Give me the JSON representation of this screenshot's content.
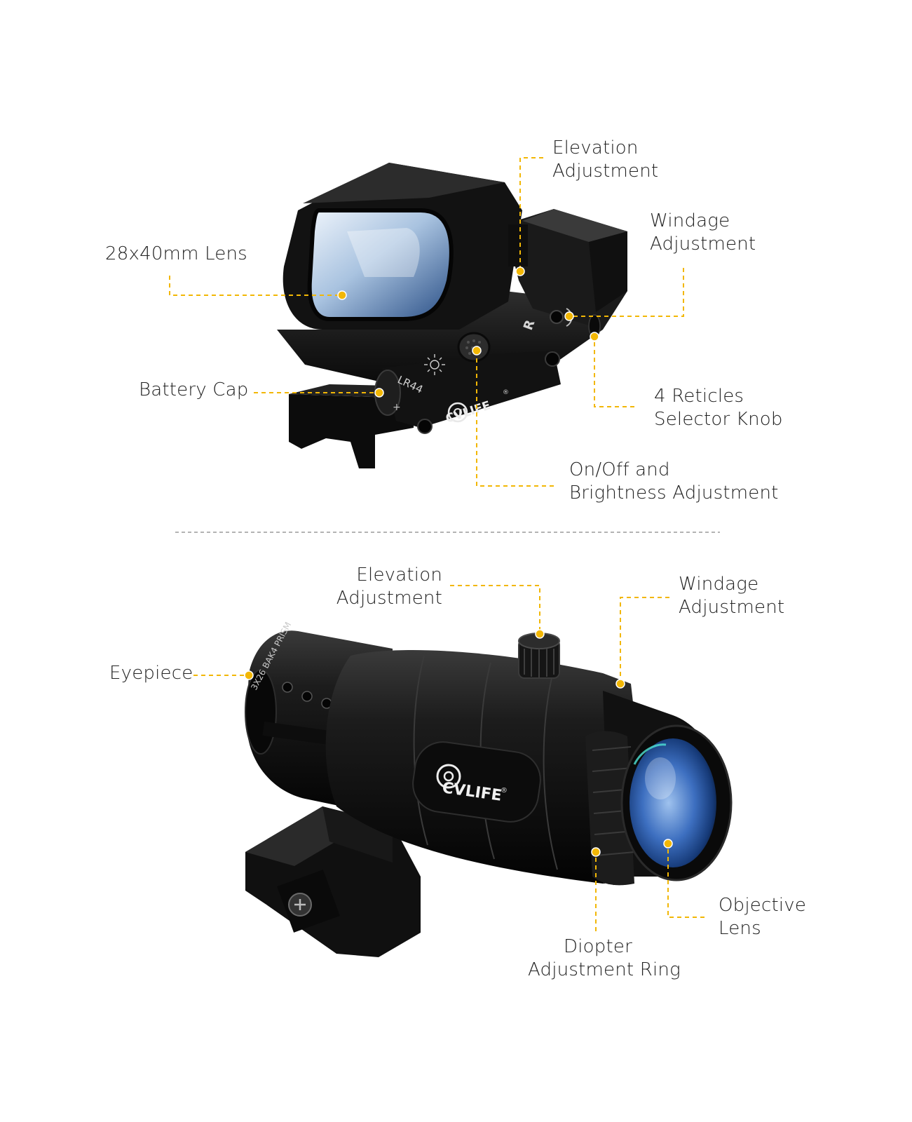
{
  "brand": {
    "logo_text": "CVLIFE",
    "logo_registered": "®"
  },
  "colors": {
    "accent": "#f2b705",
    "body": "#141414",
    "text": "#222222",
    "divider": "#9a9a9a"
  },
  "red_dot_sight": {
    "labels": {
      "elevation": [
        "Elevation",
        "Adjustment"
      ],
      "windage": [
        "Windage",
        "Adjustment"
      ],
      "lens": [
        "28x40mm Lens"
      ],
      "battery": [
        "Battery Cap"
      ],
      "reticles": [
        "4 Reticles",
        "Selector Knob"
      ],
      "onoff": [
        "On/Off and",
        "Brightness Adjustment"
      ]
    },
    "markings": {
      "battery_code": "LR44",
      "reticle_mark": "R"
    }
  },
  "magnifier": {
    "labels": {
      "elevation": [
        "Elevation",
        "Adjustment"
      ],
      "windage": [
        "Windage",
        "Adjustment"
      ],
      "eyepiece": [
        "Eyepiece"
      ],
      "objective": [
        "Objective",
        "Lens"
      ],
      "diopter": [
        "Diopter",
        "Adjustment Ring"
      ]
    },
    "markings": {
      "spec": "3X26 BAK4 PRISM"
    }
  }
}
